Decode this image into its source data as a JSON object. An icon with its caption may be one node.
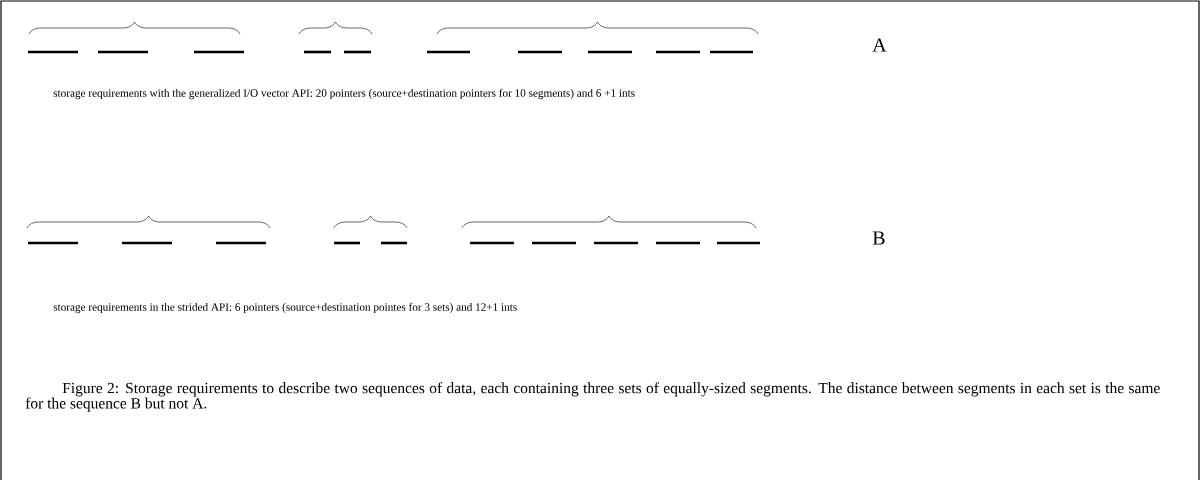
{
  "diagram": {
    "labels": [
      "A",
      "storage requirements with the  generalized I/O vector API: 20  pointers (source+destination pointers for 10 segments) and 6 +1 ints",
      "B",
      "storage requirements in the  strided API: 6 pointers (source+destination pointes for 3 sets) and 12+1 ints"
    ],
    "caption": "Figure 2: Storage requirements to describe two sequences of data, each containing three sets of equally-sized segments. The distance between segments in each set is the same for the sequence B but not A."
  }
}
